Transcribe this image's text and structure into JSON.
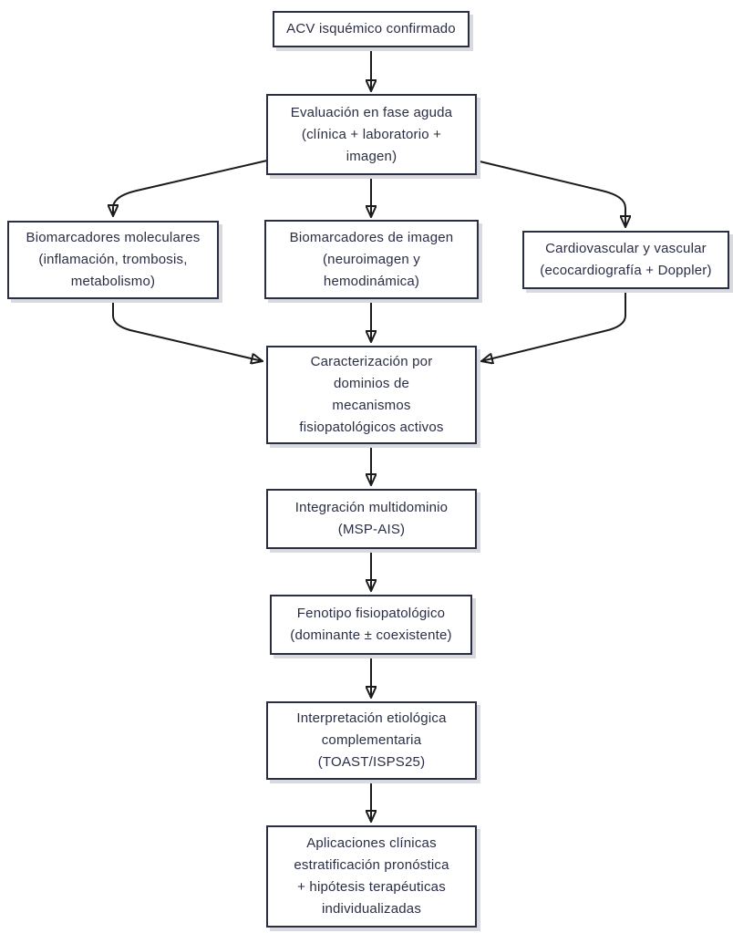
{
  "diagram": {
    "type": "flowchart",
    "direction": "top-down",
    "language": "es",
    "colors": {
      "node_border": "#2a2e45",
      "node_text": "#2a2e45",
      "node_background": "#ffffff",
      "node_shadow": "#d9dade",
      "arrow": "#1b1b1b",
      "background": "#ffffff"
    },
    "nodes": [
      {
        "id": "acv-confirmado",
        "label": "ACV isquémico confirmado"
      },
      {
        "id": "evaluacion-fase-aguda",
        "label": "Evaluación en fase aguda\n(clínica + laboratorio +\nimagen)"
      },
      {
        "id": "biomarcadores-moleculares",
        "label": "Biomarcadores moleculares\n(inflamación, trombosis,\nmetabolismo)"
      },
      {
        "id": "biomarcadores-imagen",
        "label": "Biomarcadores de imagen\n(neuroimagen y\nhemodinámica)"
      },
      {
        "id": "cardiovascular-vascular",
        "label": "Cardiovascular y vascular\n(ecocardiografía + Doppler)"
      },
      {
        "id": "caracterizacion-dominios",
        "label": "Caracterización por\ndominios de\nmecanismos\nfisiopatológicos activos"
      },
      {
        "id": "integracion-multidominio",
        "label": "Integración multidominio\n(MSP-AIS)"
      },
      {
        "id": "fenotipo-fisiopatologico",
        "label": "Fenotipo fisiopatológico\n(dominante ± coexistente)"
      },
      {
        "id": "interpretacion-etiologica",
        "label": "Interpretación etiológica\ncomplementaria\n(TOAST/ISPS25)"
      },
      {
        "id": "aplicaciones-clinicas",
        "label": "Aplicaciones clínicas\nestratificación pronóstica\n+ hipótesis terapéuticas\nindividualizadas"
      }
    ],
    "edges": [
      {
        "from": "acv-confirmado",
        "to": "evaluacion-fase-aguda"
      },
      {
        "from": "evaluacion-fase-aguda",
        "to": "biomarcadores-moleculares"
      },
      {
        "from": "evaluacion-fase-aguda",
        "to": "biomarcadores-imagen"
      },
      {
        "from": "evaluacion-fase-aguda",
        "to": "cardiovascular-vascular"
      },
      {
        "from": "biomarcadores-moleculares",
        "to": "caracterizacion-dominios"
      },
      {
        "from": "biomarcadores-imagen",
        "to": "caracterizacion-dominios"
      },
      {
        "from": "cardiovascular-vascular",
        "to": "caracterizacion-dominios"
      },
      {
        "from": "caracterizacion-dominios",
        "to": "integracion-multidominio"
      },
      {
        "from": "integracion-multidominio",
        "to": "fenotipo-fisiopatologico"
      },
      {
        "from": "fenotipo-fisiopatologico",
        "to": "interpretacion-etiologica"
      },
      {
        "from": "interpretacion-etiologica",
        "to": "aplicaciones-clinicas"
      }
    ]
  }
}
